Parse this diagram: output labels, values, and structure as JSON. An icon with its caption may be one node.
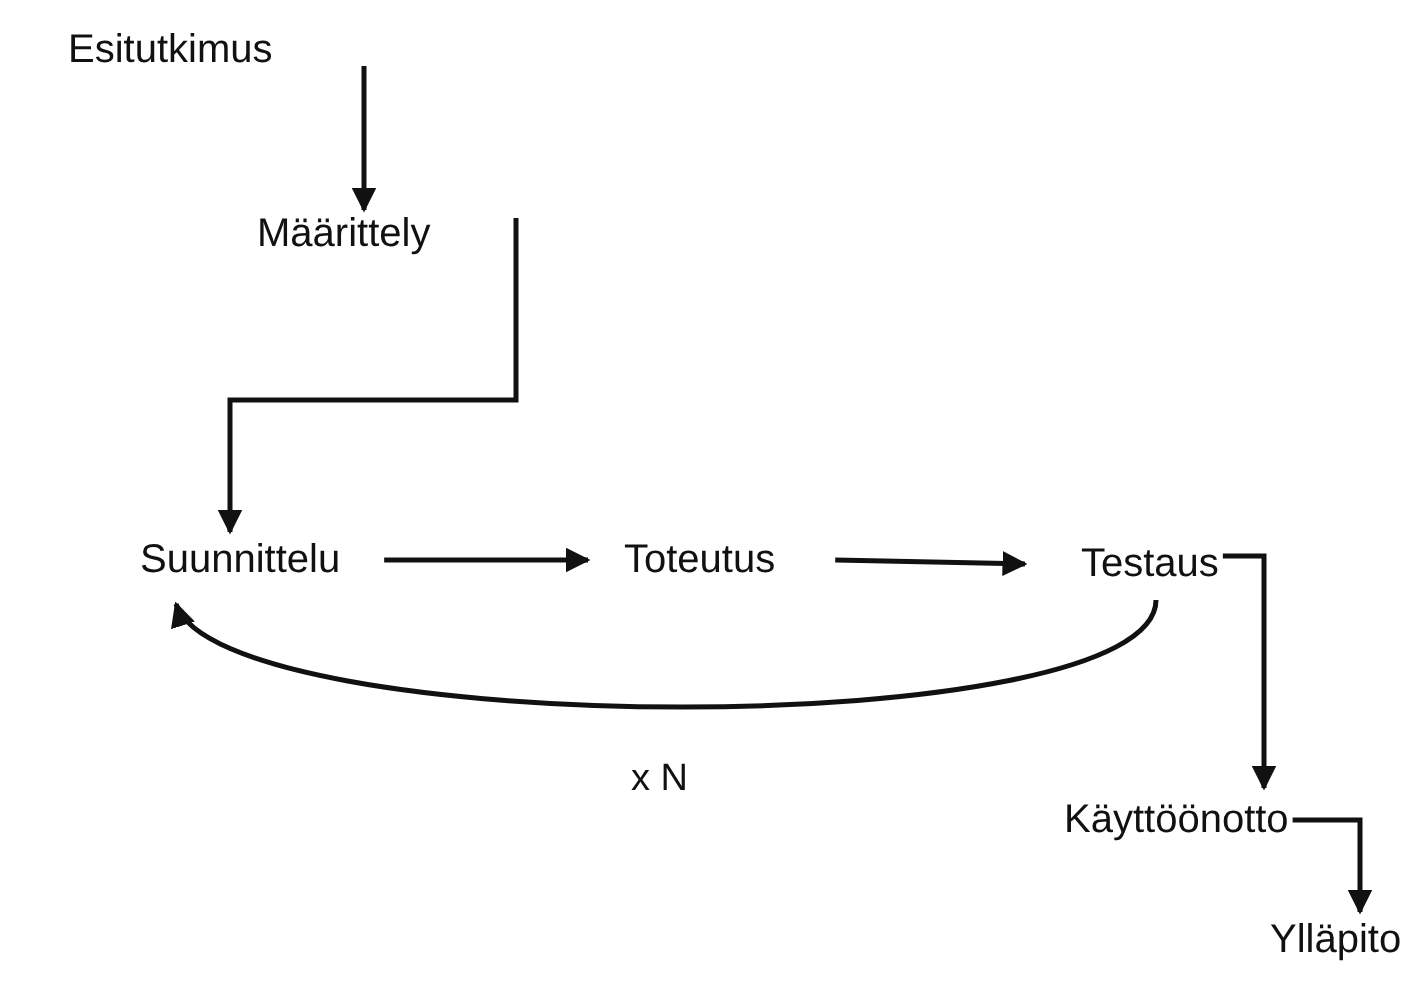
{
  "diagram": {
    "nodes": [
      {
        "text": [
          "Esitutkimus"
        ]
      },
      {
        "text": [
          "Määrittely"
        ]
      },
      {
        "text": [
          "Suunnittelu"
        ]
      },
      {
        "text": [
          "Toteutus"
        ]
      },
      {
        "text": [
          "Testaus"
        ]
      },
      {
        "text": [
          "Käyttöönotto"
        ]
      },
      {
        "text": [
          "Ylläpito"
        ]
      }
    ],
    "edges": [
      {
        "from": 0,
        "to": 1,
        "arrow": "to"
      },
      {
        "from": 1,
        "to": 2,
        "arrow": "to"
      },
      {
        "from": 2,
        "to": 3,
        "arrow": "to"
      },
      {
        "from": 3,
        "to": 4,
        "arrow": "to"
      },
      {
        "from": 4,
        "to": 2,
        "arrow": "to",
        "label": "x N"
      },
      {
        "from": 4,
        "to": 5,
        "arrow": "to"
      },
      {
        "from": 5,
        "to": 6,
        "arrow": "to"
      }
    ]
  }
}
